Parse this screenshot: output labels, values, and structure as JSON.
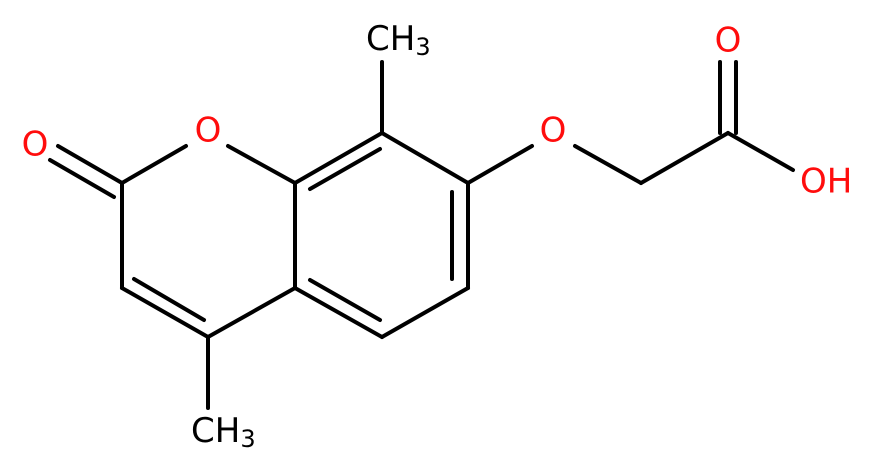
{
  "molecule": {
    "atoms": {
      "carbonyl_o": {
        "symbol": "O"
      },
      "ring_o": {
        "symbol": "O"
      },
      "ether_o": {
        "symbol": "O"
      },
      "acid_o_double": {
        "symbol": "O"
      },
      "acid_oh": {
        "symbol": "OH"
      },
      "methyl_8": {
        "main": "CH",
        "sub": "3"
      },
      "methyl_4": {
        "main": "CH",
        "sub": "3"
      }
    }
  },
  "colors": {
    "bond": "#000000",
    "oxygen": "#ff0d0d",
    "carbon_label": "#000000"
  }
}
